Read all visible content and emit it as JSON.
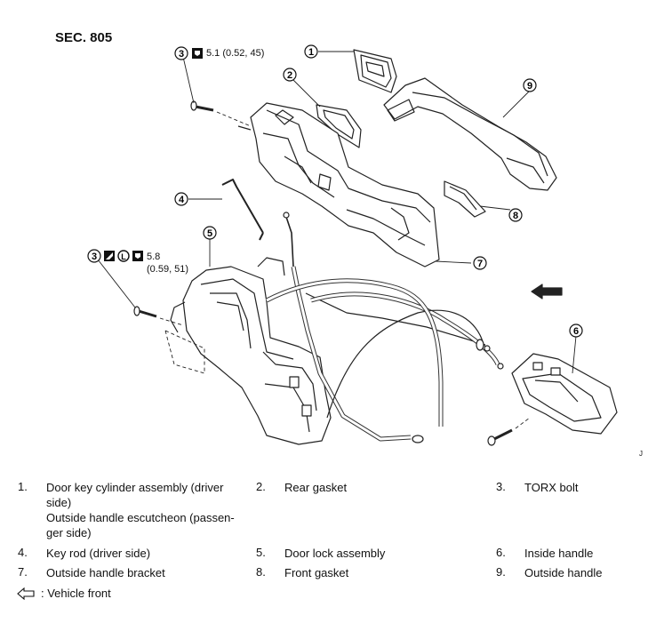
{
  "section": "SEC. 805",
  "torque_1": "5.1 (0.52, 45)",
  "torque_2_line1": "5.8",
  "torque_2_line2": "(0.59, 51)",
  "callouts": [
    "1",
    "2",
    "3",
    "4",
    "5",
    "6",
    "7",
    "8",
    "9"
  ],
  "corner_mark": "J",
  "legend": [
    {
      "num": "1.",
      "text": [
        "Door key cylinder assembly (driver",
        "side)",
        "Outside handle escutcheon (passen-",
        "ger side)"
      ]
    },
    {
      "num": "2.",
      "text": [
        "Rear gasket"
      ]
    },
    {
      "num": "3.",
      "text": [
        "TORX bolt"
      ]
    },
    {
      "num": "4.",
      "text": [
        "Key rod (driver side)"
      ]
    },
    {
      "num": "5.",
      "text": [
        "Door lock assembly"
      ]
    },
    {
      "num": "6.",
      "text": [
        "Inside handle"
      ]
    },
    {
      "num": "7.",
      "text": [
        "Outside handle bracket"
      ]
    },
    {
      "num": "8.",
      "text": [
        "Front gasket"
      ]
    },
    {
      "num": "9.",
      "text": [
        "Outside handle"
      ]
    }
  ],
  "front_label": ": Vehicle front"
}
